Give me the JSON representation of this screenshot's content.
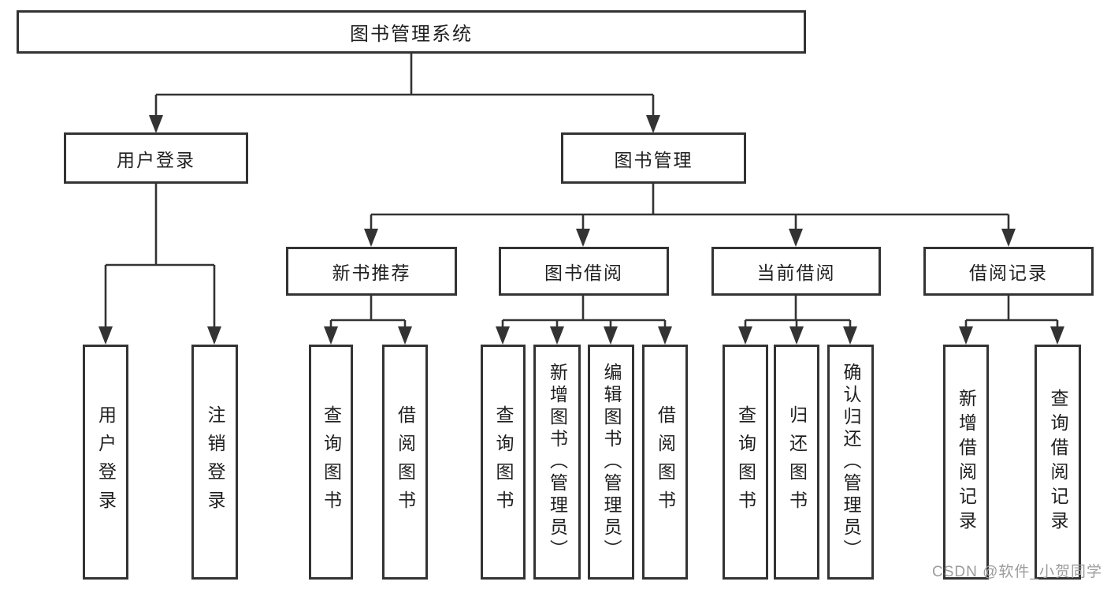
{
  "tree": {
    "label": "图书管理系统",
    "children": [
      {
        "label": "用户登录",
        "children": [
          {
            "label": "用户登录"
          },
          {
            "label": "注销登录"
          }
        ]
      },
      {
        "label": "图书管理",
        "children": [
          {
            "label": "新书推荐",
            "children": [
              {
                "label": "查询图书"
              },
              {
                "label": "借阅图书"
              }
            ]
          },
          {
            "label": "图书借阅",
            "children": [
              {
                "label": "查询图书"
              },
              {
                "label": "新增图书（管理员）"
              },
              {
                "label": "编辑图书（管理员）"
              },
              {
                "label": "借阅图书"
              }
            ]
          },
          {
            "label": "当前借阅",
            "children": [
              {
                "label": "查询图书"
              },
              {
                "label": "归还图书"
              },
              {
                "label": "确认归还（管理员）"
              }
            ]
          },
          {
            "label": "借阅记录",
            "children": [
              {
                "label": "新增借阅记录"
              },
              {
                "label": "查询借阅记录"
              }
            ]
          }
        ]
      }
    ]
  },
  "watermark": {
    "text": "CSDN @软件_小贺同学"
  },
  "colors": {
    "line": "#333333",
    "text": "#1f1f1f",
    "watermark": "#9c9c9c",
    "background": "#ffffff"
  }
}
